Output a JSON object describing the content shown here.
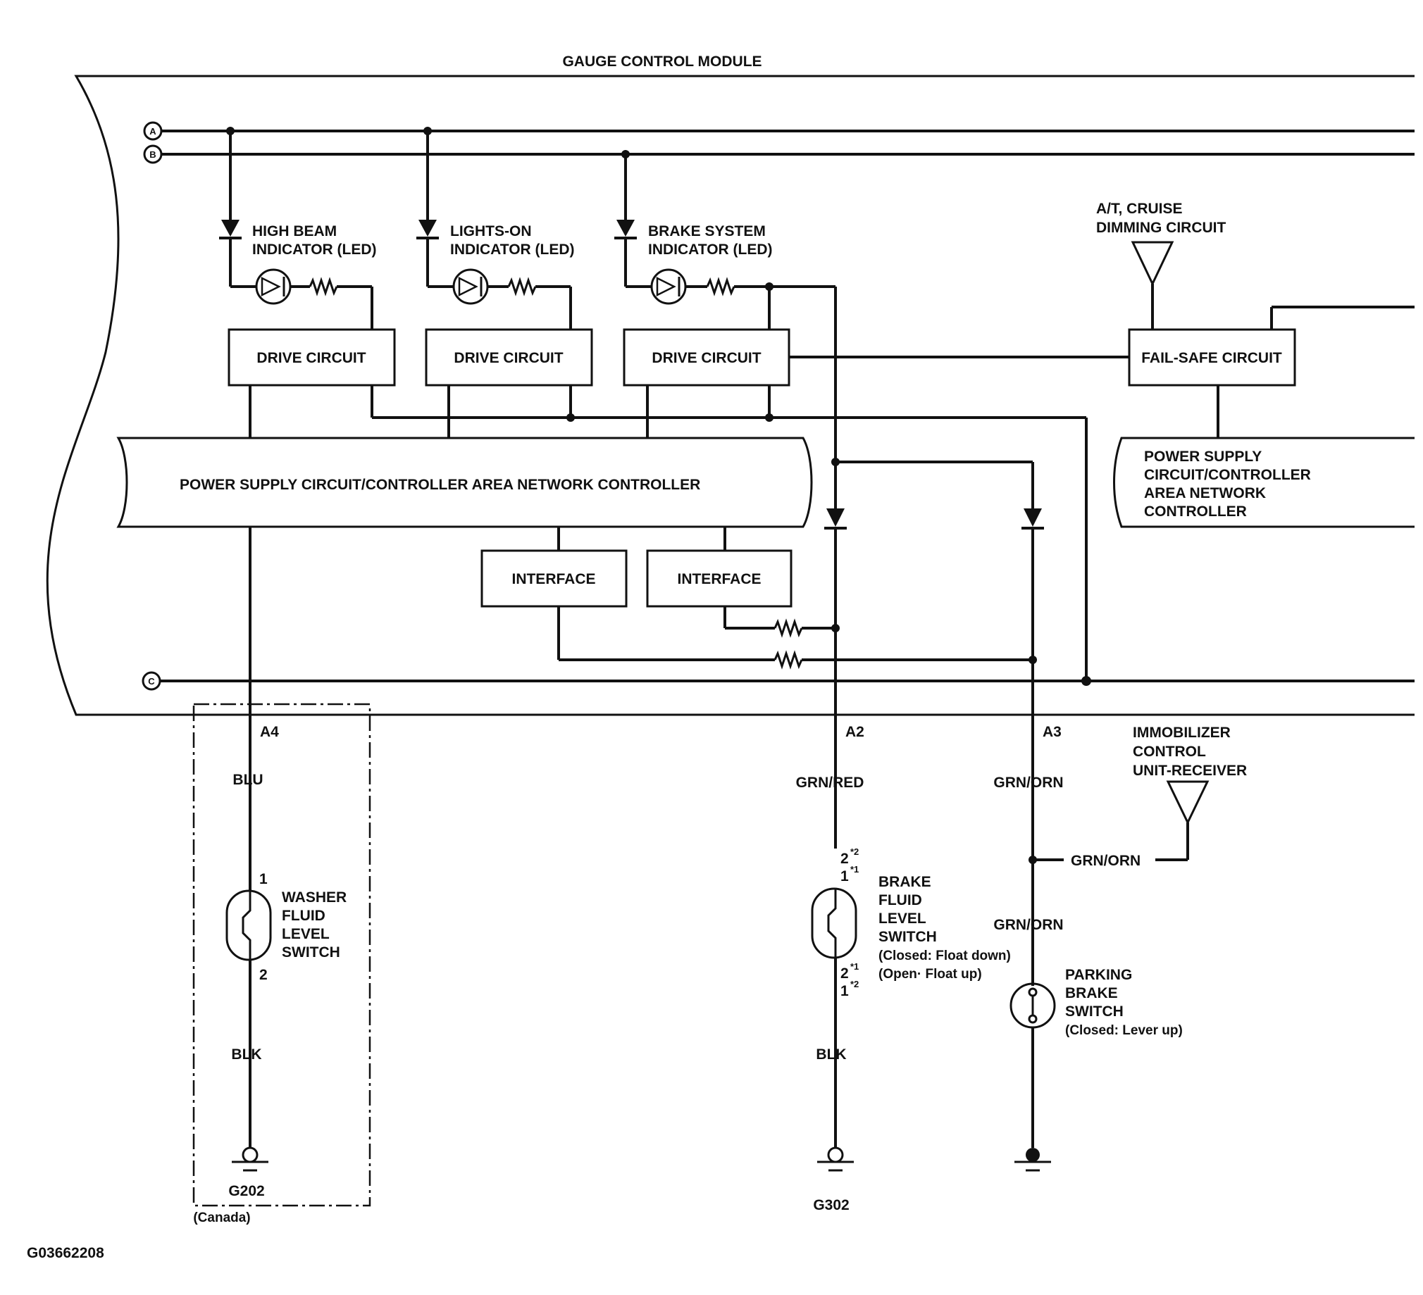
{
  "module_title": "GAUGE CONTROL MODULE",
  "buses": {
    "a": "A",
    "b": "B",
    "c": "C"
  },
  "indicators": [
    {
      "line1": "HIGH BEAM",
      "line2": "INDICATOR (LED)"
    },
    {
      "line1": "LIGHTS-ON",
      "line2": "INDICATOR (LED)"
    },
    {
      "line1": "BRAKE SYSTEM",
      "line2": "INDICATOR (LED)"
    }
  ],
  "drive_circuit": "DRIVE CIRCUIT",
  "at_cruise": {
    "line1": "A/T, CRUISE",
    "line2": "DIMMING CIRCUIT"
  },
  "fail_safe": "FAIL-SAFE CIRCUIT",
  "power_supply_main": "POWER SUPPLY CIRCUIT/CONTROLLER AREA NETWORK CONTROLLER",
  "power_supply_right": [
    "POWER SUPPLY",
    "CIRCUIT/CONTROLLER",
    "AREA NETWORK",
    "CONTROLLER"
  ],
  "interface": "INTERFACE",
  "terminals": {
    "a4": "A4",
    "a2": "A2",
    "a3": "A3"
  },
  "wires": {
    "blu": "BLU",
    "grn_red": "GRN/RED",
    "grn_orn": "GRN/ORN",
    "blk": "BLK"
  },
  "immobilizer": [
    "IMMOBILIZER",
    "CONTROL",
    "UNIT-RECEIVER"
  ],
  "washer_switch": {
    "pins": [
      "1",
      "2"
    ],
    "lines": [
      "WASHER",
      "FLUID",
      "LEVEL",
      "SWITCH"
    ]
  },
  "brake_fluid_switch": {
    "pin_top": [
      "2",
      "*2",
      "1",
      "*1"
    ],
    "pin_bottom": [
      "2",
      "*1",
      "1",
      "*2"
    ],
    "lines": [
      "BRAKE",
      "FLUID",
      "LEVEL",
      "SWITCH",
      "(Closed: Float down)",
      "(Open· Float up)"
    ]
  },
  "parking_brake": [
    "PARKING",
    "BRAKE",
    "SWITCH",
    "(Closed: Lever up)"
  ],
  "grounds": {
    "g202": "G202",
    "canada": "(Canada)",
    "g302": "G302"
  },
  "figure_id": "G03662208"
}
